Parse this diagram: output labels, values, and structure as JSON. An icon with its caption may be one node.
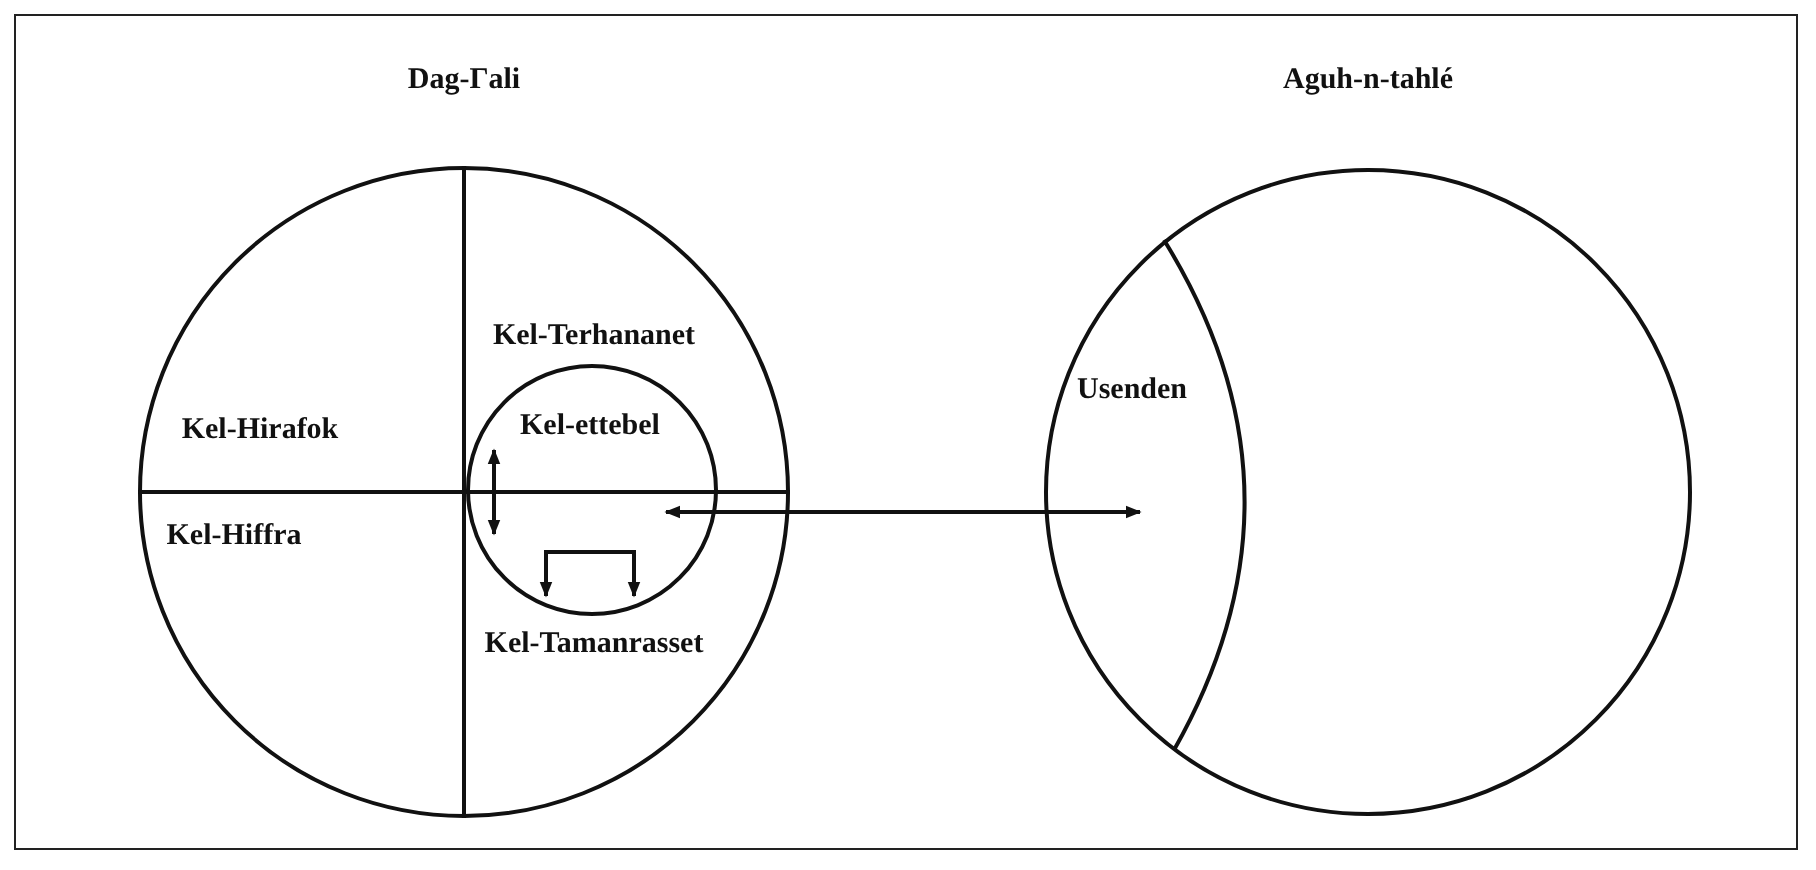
{
  "diagram": {
    "nodes": [
      {
        "text": [
          "Dag-Γali"
        ]
      },
      {
        "text": [
          "Kel-Hirafok"
        ],
        "in": 0
      },
      {
        "text": [
          "Kel-Terhananet"
        ],
        "in": 0
      },
      {
        "text": [
          "Kel-Hiffra"
        ],
        "in": 0
      },
      {
        "text": [
          "Kel-Tamanrasset"
        ],
        "in": 0
      },
      {
        "text": [
          "Kel-ettebel"
        ],
        "in": 0
      },
      {
        "text": [
          "Aguh-n-tahlé"
        ]
      },
      {
        "text": [
          "Usenden"
        ],
        "in": 6
      }
    ],
    "edges": [
      {
        "from": 5,
        "to": 7,
        "arrow": "both"
      },
      {
        "from": 5,
        "to": 5,
        "arrow": "both"
      }
    ]
  }
}
